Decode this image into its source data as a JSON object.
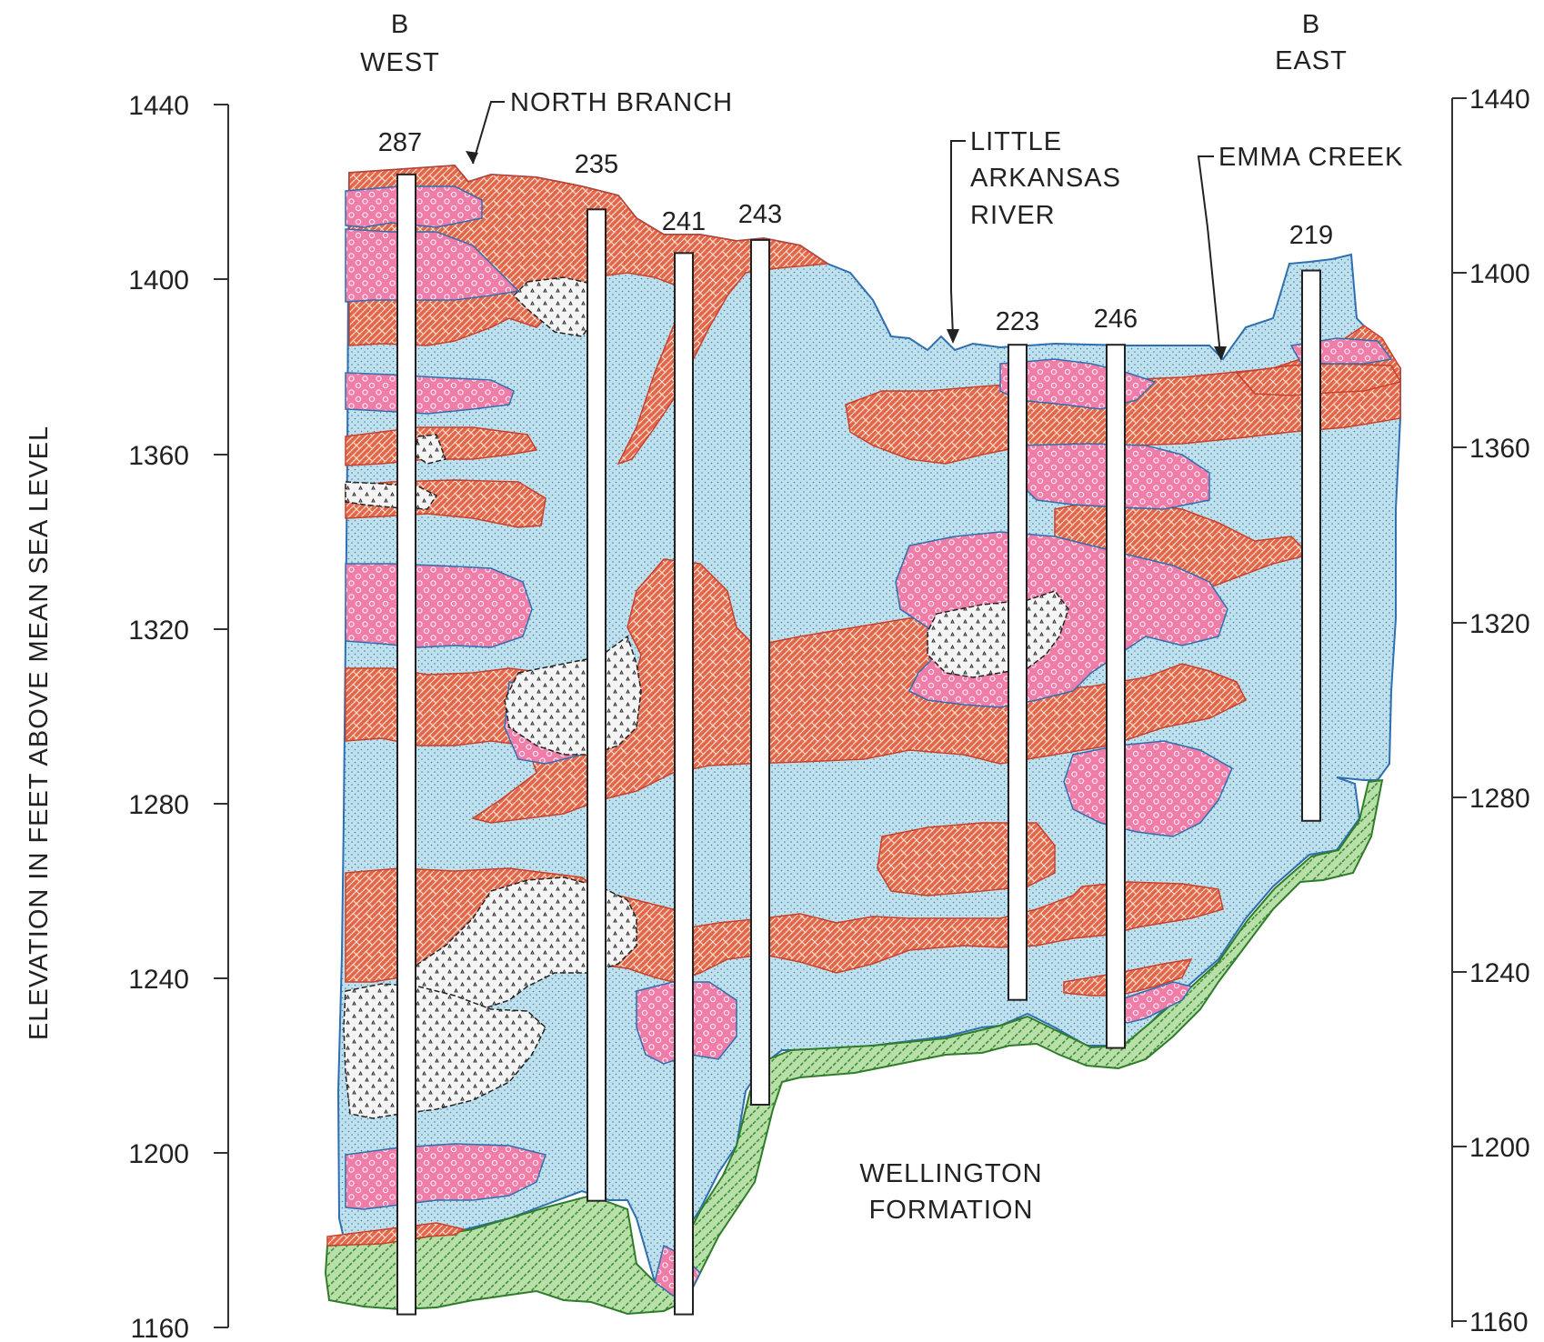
{
  "section": {
    "west_letter": "B",
    "west_dir": "WEST",
    "east_letter": "B",
    "east_dir": "EAST"
  },
  "axis": {
    "ylabel": "ELEVATION IN FEET ABOVE MEAN SEA LEVEL",
    "ylim": [
      1160,
      1440
    ],
    "ticks": [
      "1440",
      "1400",
      "1360",
      "1320",
      "1280",
      "1240",
      "1200",
      "1160"
    ]
  },
  "features": {
    "north_branch": "NORTH BRANCH",
    "little_arkansas_1": "LITTLE",
    "little_arkansas_2": "ARKANSAS",
    "little_arkansas_3": "RIVER",
    "emma_creek": "EMMA CREEK",
    "formation_1": "WELLINGTON",
    "formation_2": "FORMATION"
  },
  "wells": [
    {
      "id": "287",
      "top_ft": 1424,
      "bottom_ft": 1163
    },
    {
      "id": "235",
      "top_ft": 1416,
      "bottom_ft": 1189
    },
    {
      "id": "241",
      "top_ft": 1406,
      "bottom_ft": 1163
    },
    {
      "id": "243",
      "top_ft": 1409,
      "bottom_ft": 1211
    },
    {
      "id": "223",
      "top_ft": 1385,
      "bottom_ft": 1235
    },
    {
      "id": "246",
      "top_ft": 1385,
      "bottom_ft": 1224
    },
    {
      "id": "219",
      "top_ft": 1402,
      "bottom_ft": 1276
    }
  ],
  "colors": {
    "fine_sand_blue": "#bfe1ee",
    "clay_red": "#e4664a",
    "gravel_pink": "#f07ca8",
    "coarse_white": "#f4f4f4",
    "bedrock_green": "#b9dfa8",
    "well_fill": "#ffffff"
  }
}
